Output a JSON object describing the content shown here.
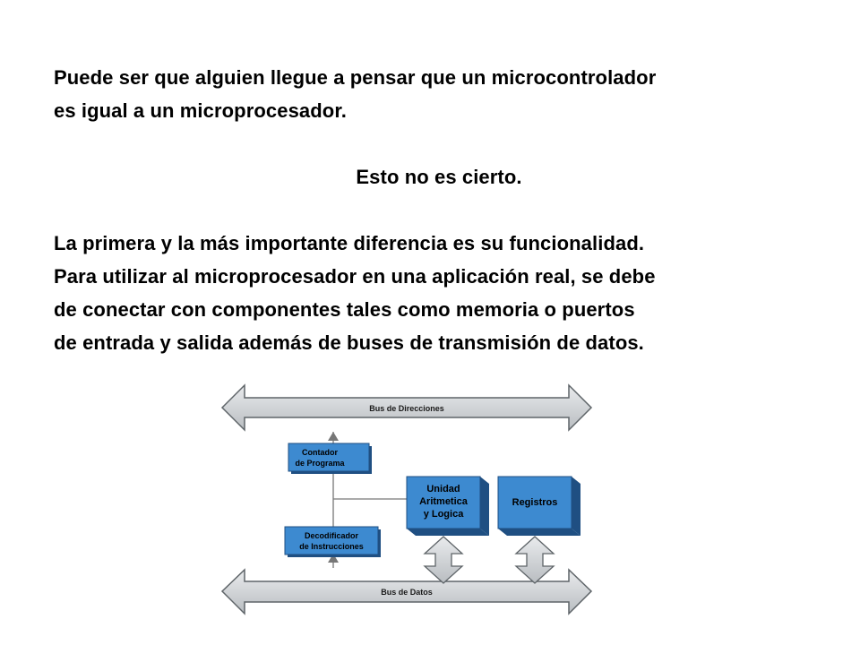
{
  "text": {
    "para1_line1": "Puede ser que alguien llegue a pensar que un microcontrolador",
    "para1_line2": "es igual a un  microprocesador.",
    "para2": "Esto no es cierto.",
    "para3_line1": "La primera y la más importante diferencia es su funcionalidad.",
    "para3_line2": "Para utilizar al microprocesador en una aplicación real, se debe",
    "para3_line3": "de conectar con componentes tales como memoria o  puertos",
    "para3_line4": "de entrada y salida además de buses de transmisión de datos."
  },
  "diagram": {
    "bus_top": "Bus de Direcciones",
    "bus_bottom": "Bus de Datos",
    "counter_line1": "Contador",
    "counter_line2": "de Programa",
    "decoder_line1": "Decodificador",
    "decoder_line2": "de Instrucciones",
    "alu_line1": "Unidad",
    "alu_line2": "Aritmetica",
    "alu_line3": "y Logica",
    "registers": "Registros",
    "colors": {
      "box_blue": "#3d8ad0",
      "box_blue_dark": "#1f4f82",
      "arrow_gray": "#cfd3d6",
      "arrow_outline": "#5e6468"
    }
  }
}
